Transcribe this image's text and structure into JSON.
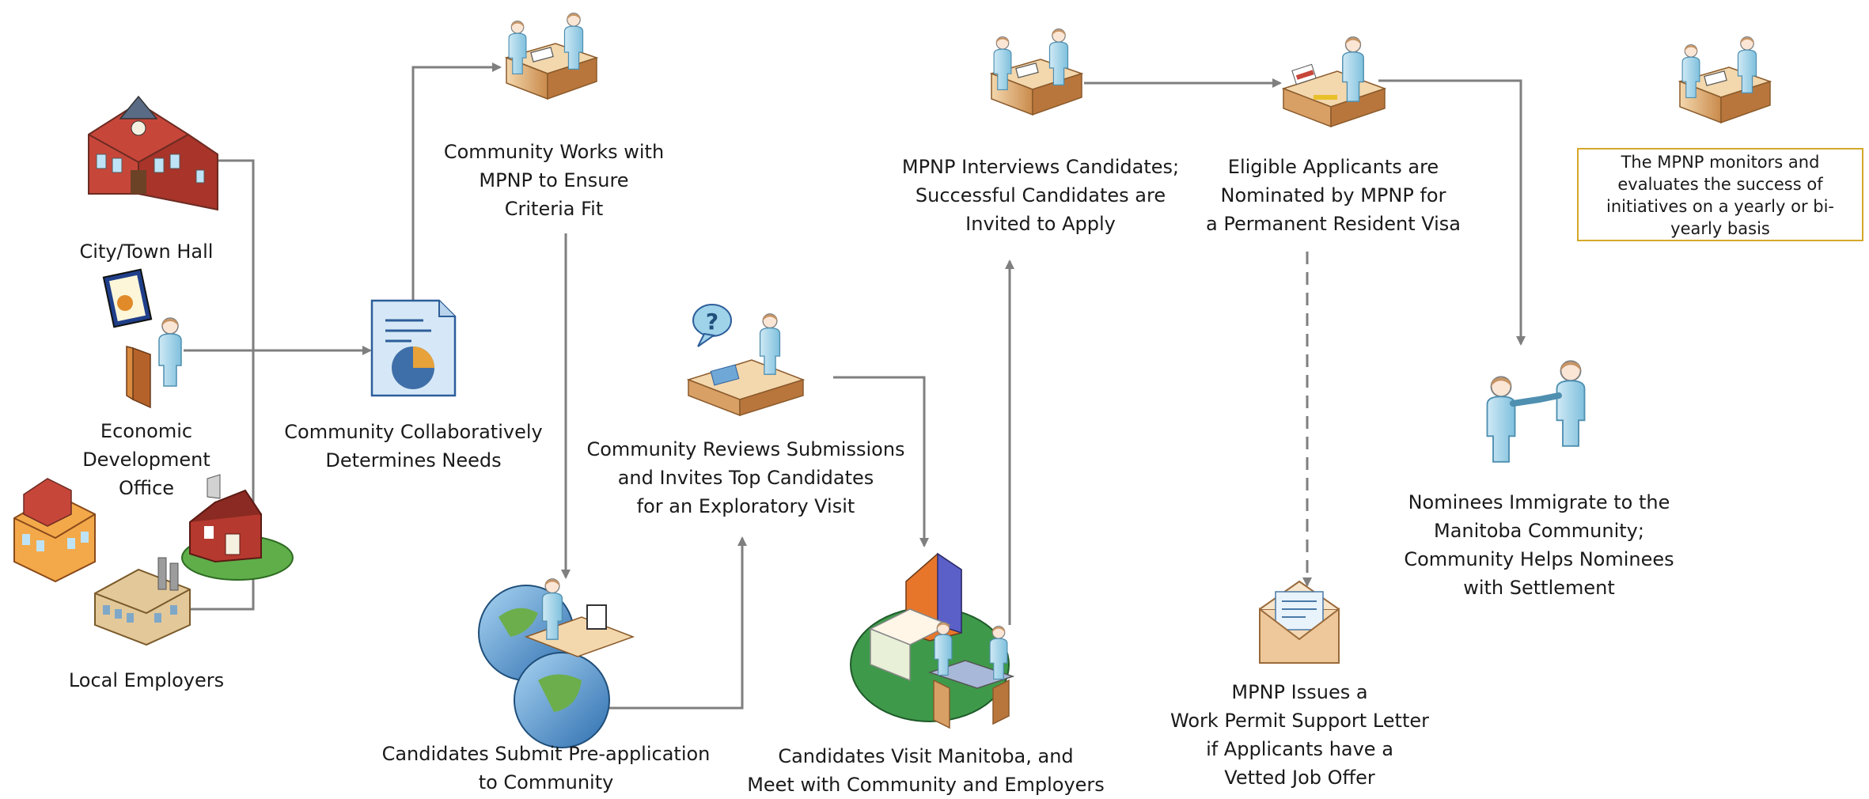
{
  "colors": {
    "connector": "#7f7f7f",
    "note_border": "#d4a82a",
    "desk": "#d9a066",
    "person": "#9fd3ea",
    "globe": "#4a90c8",
    "building_red": "#b5392f",
    "document_blue": "#3f6fa8"
  },
  "nodes": {
    "city_hall": {
      "icon": "city-hall-icon",
      "lines": [
        "City/Town Hall"
      ]
    },
    "econ_dev": {
      "icon": "presenter-icon",
      "lines": [
        "Economic",
        "Development",
        "Office"
      ]
    },
    "local_employers": {
      "icon": "factory-icon",
      "lines": [
        "Local Employers"
      ]
    },
    "collab": {
      "icon": "report-document-icon",
      "lines": [
        "Community Collaboratively",
        "Determines Needs"
      ]
    },
    "works_mpnp": {
      "icon": "desk-worker-icon",
      "lines": [
        "Community Works with",
        "MPNP to Ensure",
        "Criteria Fit"
      ]
    },
    "preapp": {
      "icon": "globe-worker-icon",
      "lines": [
        "Candidates Submit Pre-application",
        "to Community"
      ]
    },
    "reviews": {
      "icon": "help-desk-icon",
      "lines": [
        "Community Reviews Submissions",
        "and Invites Top Candidates",
        "for an Exploratory Visit"
      ]
    },
    "visit": {
      "icon": "city-meeting-icon",
      "lines": [
        "Candidates Visit Manitoba, and",
        "Meet with Community and Employers"
      ]
    },
    "interviews": {
      "icon": "interview-desk-icon",
      "lines": [
        "MPNP Interviews Candidates;",
        "Successful Candidates are",
        "Invited to Apply"
      ]
    },
    "nominated": {
      "icon": "nomination-desk-icon",
      "lines": [
        "Eligible Applicants are",
        "Nominated by MPNP for",
        "a Permanent Resident Visa"
      ]
    },
    "work_permit": {
      "icon": "envelope-letter-icon",
      "lines": [
        "MPNP Issues a",
        "Work Permit Support Letter",
        "if Applicants have a",
        "Vetted Job Offer"
      ]
    },
    "immigrate": {
      "icon": "handshake-icon",
      "lines": [
        "Nominees Immigrate to the",
        "Manitoba Community;",
        "Community Helps Nominees",
        "with Settlement"
      ]
    },
    "monitor": {
      "icon": "monitor-desk-icon",
      "lines": [
        "The MPNP monitors and",
        "evaluates the success of",
        "initiatives on a yearly or bi-",
        "yearly basis"
      ]
    }
  }
}
